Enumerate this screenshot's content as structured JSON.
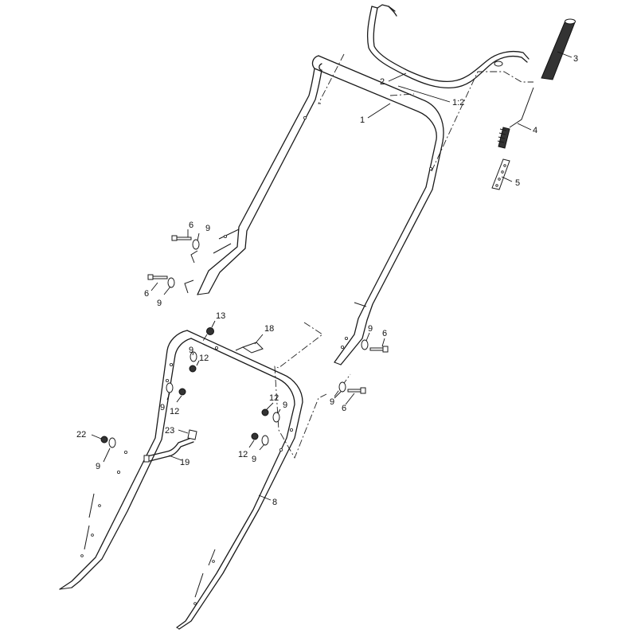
{
  "callouts": {
    "c1": "1",
    "c2": "2",
    "c1_2": "1:2",
    "c3": "3",
    "c4": "4",
    "c5": "5",
    "c6": "6",
    "c8": "8",
    "c9": "9",
    "c12": "12",
    "c13": "13",
    "c18": "18",
    "c19": "19",
    "c22": "22",
    "c23": "23"
  }
}
